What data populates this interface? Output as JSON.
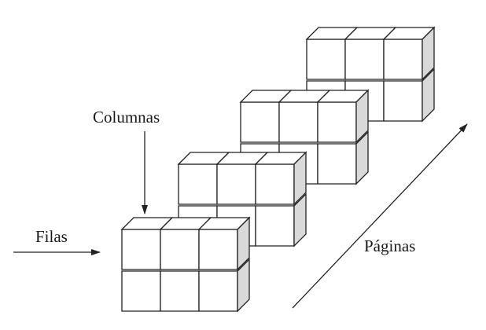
{
  "labels": {
    "columns": "Columnas",
    "rows": "Filas",
    "pages": "Páginas"
  },
  "grid": {
    "pages": 4,
    "rows": 2,
    "columns": 3
  },
  "colors": {
    "stroke": "#222222",
    "front": "#ffffff",
    "side": "#d9d9d9"
  }
}
